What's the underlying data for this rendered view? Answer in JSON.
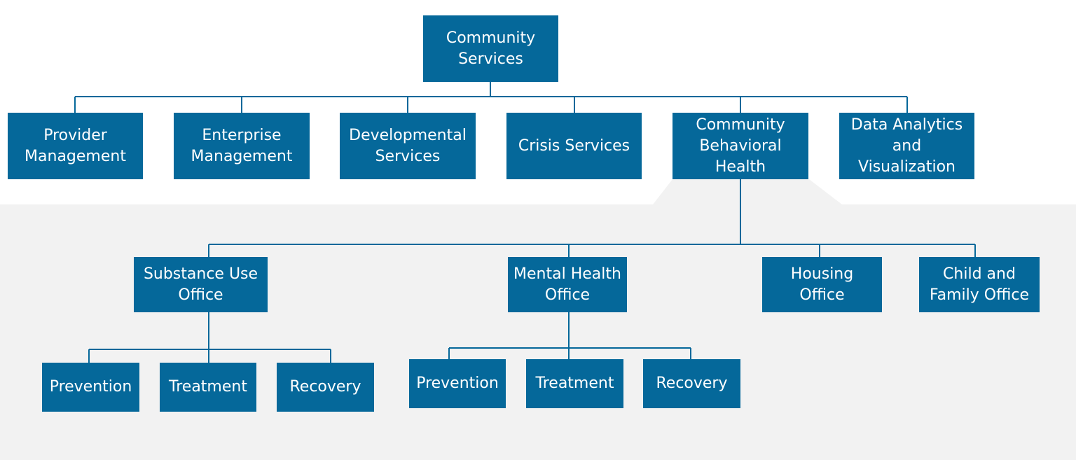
{
  "colors": {
    "box": "#05689a",
    "box_text": "#ffffff",
    "connector": "#05689a",
    "panel": "#f2f2f2",
    "background": "#ffffff"
  },
  "nodes": {
    "root": "Community\nServices",
    "provider_management": "Provider\nManagement",
    "enterprise_management": "Enterprise\nManagement",
    "developmental_services": "Developmental\nServices",
    "crisis_services": "Crisis Services",
    "community_behavioral_health": "Community\nBehavioral\nHealth",
    "data_analytics": "Data Analytics\nand\nVisualization",
    "substance_use_office": "Substance Use\nOffice",
    "mental_health_office": "Mental Health\nOffice",
    "housing_office": "Housing\nOffice",
    "child_family_office": "Child and\nFamily Office",
    "su_prevention": "Prevention",
    "su_treatment": "Treatment",
    "su_recovery": "Recovery",
    "mh_prevention": "Prevention",
    "mh_treatment": "Treatment",
    "mh_recovery": "Recovery"
  }
}
